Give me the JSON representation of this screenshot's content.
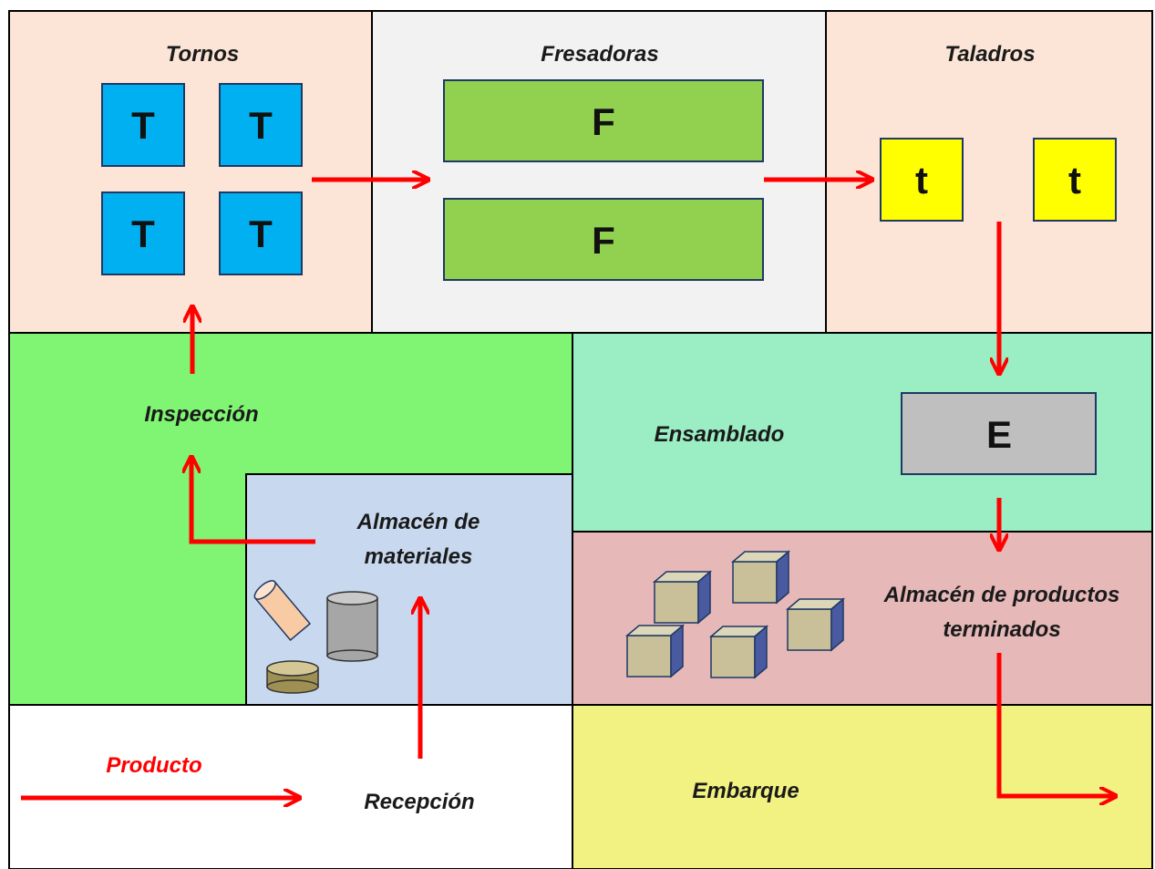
{
  "zones": {
    "tornos": "Tornos",
    "fresadoras": "Fresadoras",
    "taladros": "Taladros",
    "inspeccion": "Inspección",
    "almacen_materiales": [
      "Almacén de",
      "materiales"
    ],
    "ensamblado": "Ensamblado",
    "almacen_productos": [
      "Almacén de productos",
      "terminados"
    ],
    "recepcion": "Recepción",
    "embarque": "Embarque"
  },
  "machines": {
    "torno": "T",
    "fresadora": "F",
    "taladro": "t",
    "ensamblado": "E"
  },
  "legend": {
    "producto": "Producto"
  },
  "colors": {
    "tornos_bg": "#fce5d6",
    "fresadoras_bg": "#f2f2f2",
    "taladros_bg": "#fce5d6",
    "inspeccion_bg": "#80f573",
    "almacen_materiales_bg": "#c8d9ef",
    "ensamblado_bg": "#9bedc3",
    "almacen_productos_bg": "#e6b8b8",
    "recepcion_bg": "#ffffff",
    "embarque_bg": "#f2f282",
    "torno_fill": "#00b0f0",
    "fresadora_fill": "#92d050",
    "taladro_fill": "#ffff00",
    "ensamblado_fill": "#bfbfbf",
    "box_fill": "#c9c09a",
    "arrow": "#ff0000"
  }
}
